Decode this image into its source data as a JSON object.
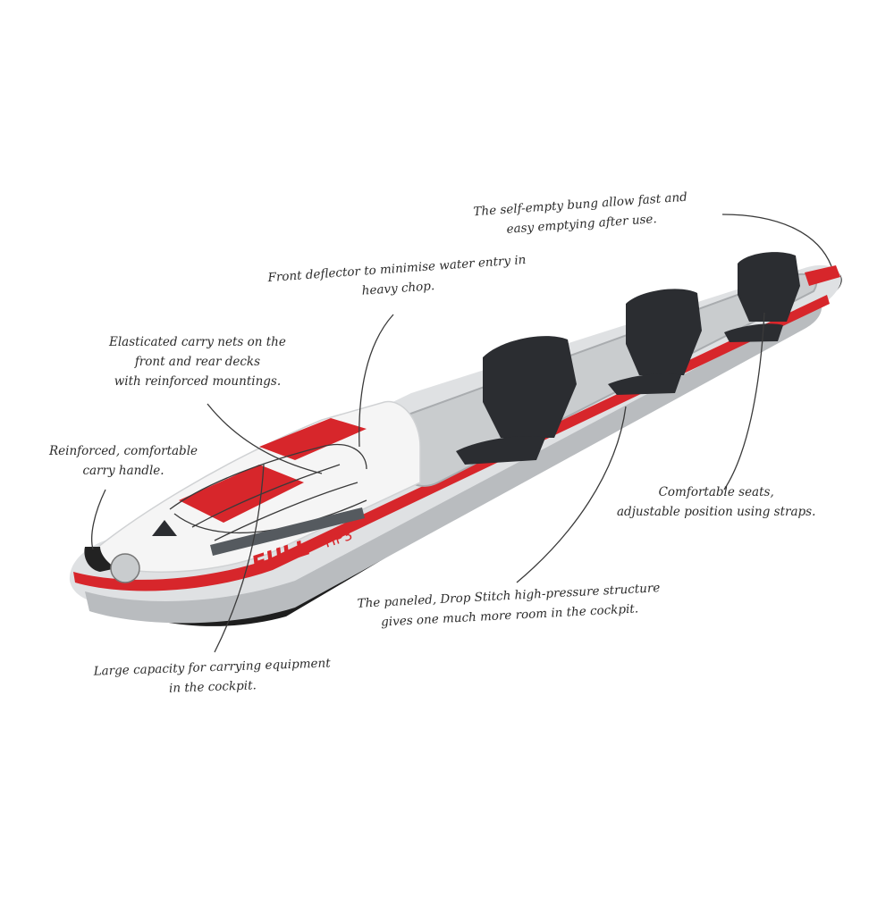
{
  "colors": {
    "hull_light": "#dfe1e3",
    "hull_shadow": "#b9bcbf",
    "stripe_red": "#d7262b",
    "keel_dark": "#1e1e1e",
    "seat_dark": "#2b2d31",
    "cockpit_floor": "#c9ccce",
    "deck_white": "#f5f5f5",
    "text": "#2b2b2b"
  },
  "product": {
    "hull_print": "FULL",
    "hull_print_suffix": "HP3"
  },
  "annotations": [
    {
      "id": "bung",
      "lines": [
        "The self-empty bung allow fast and",
        "easy emptying after use."
      ]
    },
    {
      "id": "deflector",
      "lines": [
        "Front deflector to minimise water entry in",
        "heavy chop."
      ]
    },
    {
      "id": "nets",
      "lines": [
        "Elasticated carry nets on the",
        "front and rear decks",
        "with reinforced mountings."
      ]
    },
    {
      "id": "handle",
      "lines": [
        "Reinforced, comfortable",
        "carry handle."
      ]
    },
    {
      "id": "seats",
      "lines": [
        "Comfortable seats,",
        "adjustable position using straps."
      ]
    },
    {
      "id": "structure",
      "lines": [
        "The paneled, Drop Stitch high-pressure structure",
        "gives one much more room in the cockpit."
      ]
    },
    {
      "id": "capacity",
      "lines": [
        "Large capacity for carrying equipment",
        "in the cockpit."
      ]
    }
  ]
}
